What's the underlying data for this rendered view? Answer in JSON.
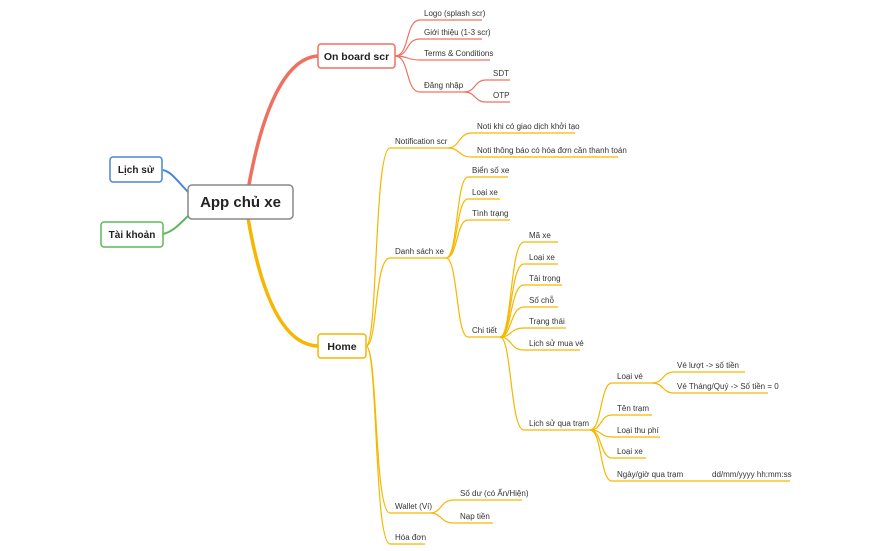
{
  "root": {
    "label": "App chủ xe"
  },
  "left_branches": [
    {
      "key": "lich_su",
      "label": "Lịch sử",
      "color": "#4a86d4"
    },
    {
      "key": "tai_khoan",
      "label": "Tài khoản",
      "color": "#5cb85c"
    }
  ],
  "onboard": {
    "label": "On board scr",
    "color": "#f07060",
    "children": [
      "Logo (splash scr)",
      "Giới thiệu (1-3 scr)",
      "Terms & Conditions",
      "Đăng nhập"
    ],
    "dang_nhap_children": [
      "SDT",
      "OTP"
    ]
  },
  "home": {
    "label": "Home",
    "color": "#f5b700",
    "notification": {
      "label": "Notification scr",
      "children": [
        "Noti khi có giao dịch khởi tạo",
        "Noti thông báo có hóa đơn cần thanh toán"
      ]
    },
    "danh_sach_xe": {
      "label": "Danh sách xe",
      "children": [
        "Biển số xe",
        "Loại xe",
        "Tình trạng"
      ],
      "chi_tiet": {
        "label": "Chi tiết",
        "children": [
          "Mã xe",
          "Loại xe",
          "Tải trọng",
          "Số chỗ",
          "Trạng thái",
          "Lịch sử mua vé"
        ],
        "lich_su_qua_tram": {
          "label": "Lịch sử qua trạm",
          "loai_ve": {
            "label": "Loại vé",
            "children": [
              "Vé lượt -> số tiền",
              "Vé Tháng/Quý -> Số tiền = 0"
            ]
          },
          "children": [
            "Tên trạm",
            "Loại thu phí",
            "Loại xe"
          ],
          "ngay_gio": {
            "label": "Ngày/giờ qua trạm",
            "child": "dd/mm/yyyy hh:mm:ss"
          }
        }
      }
    },
    "wallet": {
      "label": "Wallet (Ví)",
      "children": [
        "Số dư (có Ẩn/Hiện)",
        "Nạp tiền"
      ]
    },
    "hoa_don": {
      "label": "Hóa đơn"
    }
  }
}
